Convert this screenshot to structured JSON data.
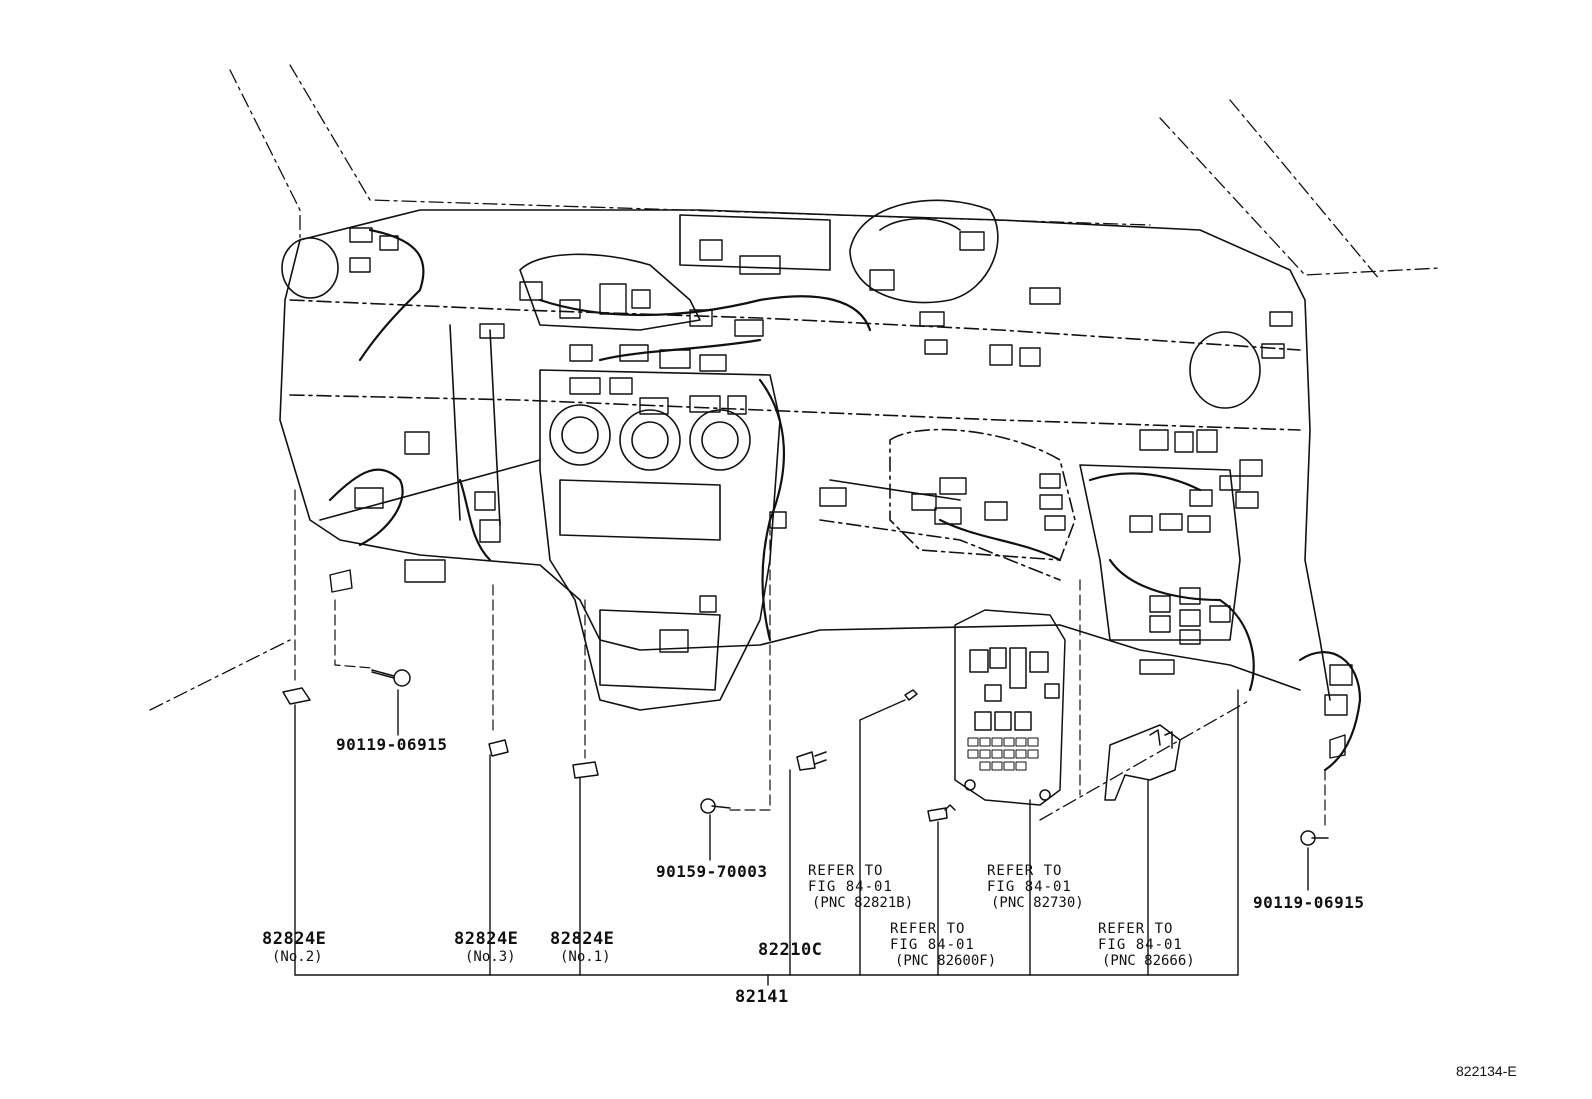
{
  "labels": {
    "bolt_left": "90119-06915",
    "bolt_center": "90159-70003",
    "bolt_right": "90119-06915",
    "clamp_no2": {
      "part": "82824E",
      "sub": "(No.2)"
    },
    "clamp_no3": {
      "part": "82824E",
      "sub": "(No.3)"
    },
    "clamp_no1": {
      "part": "82824E",
      "sub": "(No.1)"
    },
    "connector": "82210C",
    "harness": "82141",
    "ref_82821b": {
      "line1": "REFER TO",
      "line2": "FIG 84-01",
      "line3": "(PNC 82821B)"
    },
    "ref_82600f": {
      "line1": "REFER TO",
      "line2": "FIG 84-01",
      "line3": "(PNC 82600F)"
    },
    "ref_82730": {
      "line1": "REFER TO",
      "line2": "FIG 84-01",
      "line3": "(PNC 82730)"
    },
    "ref_82666": {
      "line1": "REFER TO",
      "line2": "FIG 84-01",
      "line3": "(PNC 82666)"
    },
    "figure_number": "822134-E"
  }
}
